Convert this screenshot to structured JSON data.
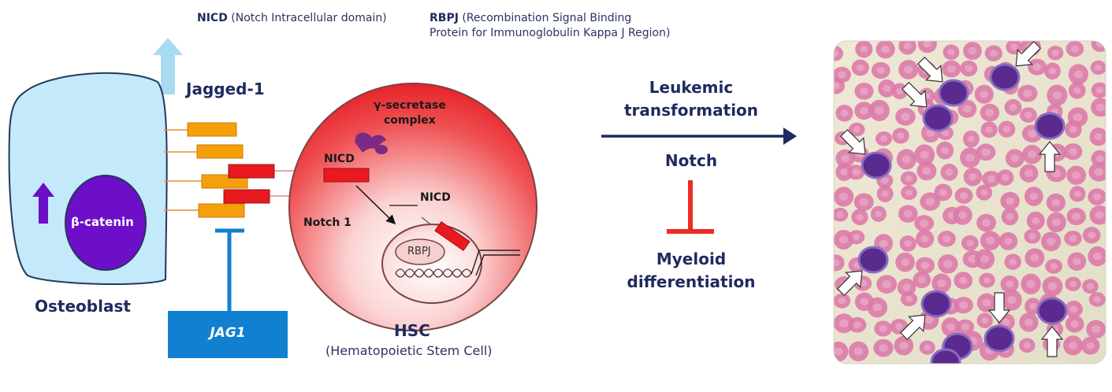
{
  "legend": {
    "nicd_abbr": "NICD",
    "nicd_full": "(Notch Intracellular domain)",
    "rbpj_abbr": "RBPJ",
    "rbpj_full_line1": "(Recombination Signal Binding",
    "rbpj_full_line2": "Protein for Immunoglobulin Kappa J Region)"
  },
  "osteoblast": {
    "label": "Osteoblast",
    "nucleus_label": "β-catenin",
    "ligand_label": "Jagged-1",
    "gene_label": "JAG1"
  },
  "hsc": {
    "label": "HSC",
    "sublabel": "(Hematopoietic Stem Cell)",
    "gamma_secretase": "γ-secretase\ncomplex",
    "nicd_upper": "NICD",
    "nicd_lower": "NICD",
    "notch1": "Notch 1",
    "rbpj": "RBPJ"
  },
  "outcomes": {
    "top_line1": "Leukemic",
    "top_line2": "transformation",
    "notch": "Notch",
    "bottom_line1": "Myeloid",
    "bottom_line2": "differentiation"
  },
  "colors": {
    "osteoblast_fill": "#c3e9fb",
    "nucleus_fill": "#6d0fc8",
    "hsc_red": "#e8191f",
    "ligand_orange": "#f5a00a",
    "gene_blue": "#1180d0",
    "navy": "#1f2a5e",
    "inhibit_red": "#f02a25",
    "arrow_blue_light": "#a8daf1",
    "arrow_purple": "#6d0fc8",
    "smear_bg": "#e9e4cf",
    "rbc": "#dc7aa8",
    "blast": "#5a2a8e"
  }
}
